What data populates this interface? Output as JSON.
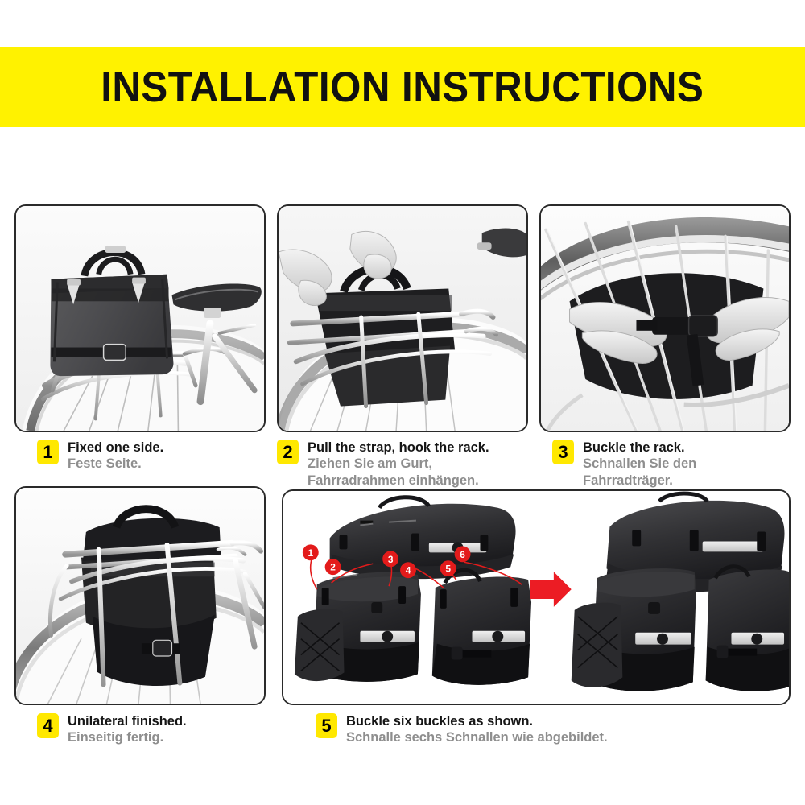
{
  "header": {
    "title": "INSTALLATION INSTRUCTIONS",
    "background_color": "#fff200",
    "text_color": "#111111"
  },
  "theme": {
    "badge_color": "#ffe800",
    "caption_primary_color": "#151515",
    "caption_secondary_color": "#8e8e8e",
    "panel_border_color": "#2a2a2a",
    "callout_color": "#e31b1b",
    "arrow_color": "#ec1c24",
    "page_background": "#ffffff"
  },
  "steps": [
    {
      "number": "1",
      "en": "Fixed one side.",
      "de": [
        "Feste Seite."
      ],
      "image_alt": "Pannier bag hanging on the rear rack next to the bicycle saddle"
    },
    {
      "number": "2",
      "en": "Pull the strap, hook the rack.",
      "de": [
        "Ziehen Sie am Gurt,",
        "Fahrradrahmen einhängen."
      ],
      "image_alt": "Two hands placing the bag onto the rear carrier rack"
    },
    {
      "number": "3",
      "en": "Buckle the rack.",
      "de": [
        "Schnallen Sie den",
        "Fahrradträger."
      ],
      "image_alt": "Hands fastening the buckle strap behind the wheel spokes"
    },
    {
      "number": "4",
      "en": "Unilateral finished.",
      "de": [
        "Einseitig fertig."
      ],
      "image_alt": "Completed one-sided installation seen from the rear wheel"
    },
    {
      "number": "5",
      "en": "Buckle six buckles as shown.",
      "de": [
        "Schnalle sechs Schnallen wie abgebildet."
      ],
      "image_alt": "Exploded view of top bag and two panniers with six numbered buckle points, arrow to assembled set"
    }
  ],
  "diagram": {
    "callouts": [
      "1",
      "2",
      "3",
      "4",
      "5",
      "6"
    ],
    "arrow": "right-arrow",
    "left_label": "exploded-assembly",
    "right_label": "assembled-set"
  }
}
